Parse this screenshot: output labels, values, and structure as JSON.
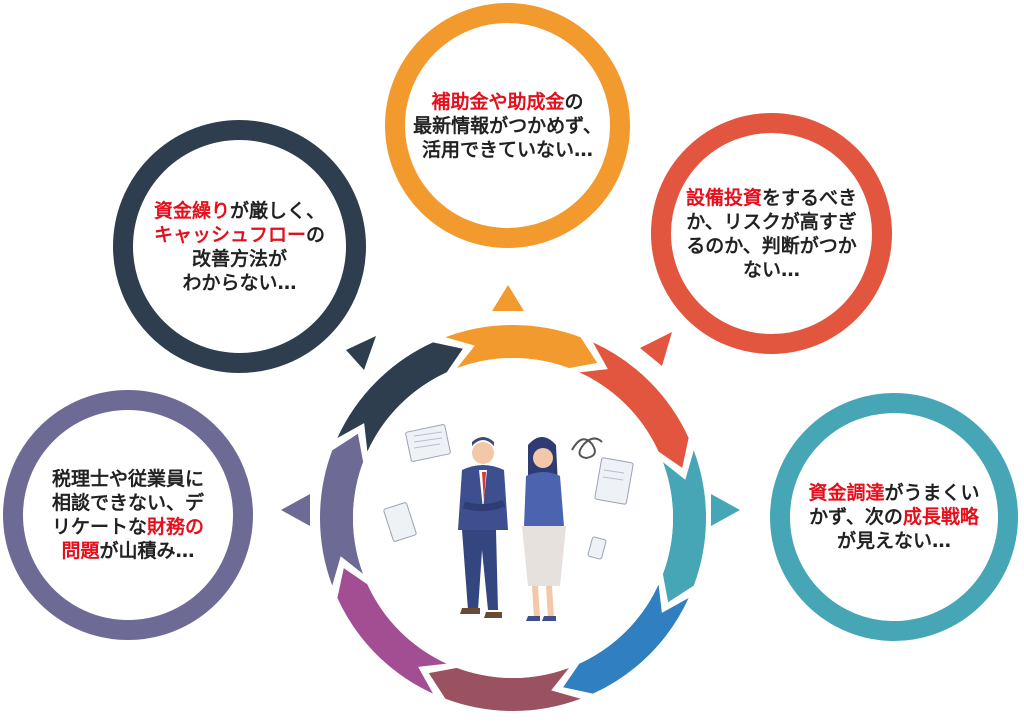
{
  "colors": {
    "orange": "#f39a2e",
    "red_orange": "#e2553e",
    "teal": "#46a6b5",
    "blue": "#2f7fc1",
    "maroon": "#9a5160",
    "magenta": "#a34e93",
    "purple": "#6d6a95",
    "navy": "#2f3e4f",
    "highlight": "#e4101d",
    "text": "#222222"
  },
  "bubbles": [
    {
      "id": "top",
      "color": "orange",
      "lines": [
        [
          {
            "t": "補助金や助成金",
            "hl": true
          },
          {
            "t": "の",
            "hl": false
          }
        ],
        [
          {
            "t": "最新情報がつかめず、",
            "hl": false
          }
        ],
        [
          {
            "t": "活用できていない…",
            "hl": false
          }
        ]
      ]
    },
    {
      "id": "top-right",
      "color": "red_orange",
      "lines": [
        [
          {
            "t": "設備投資",
            "hl": true
          },
          {
            "t": "をするべき",
            "hl": false
          }
        ],
        [
          {
            "t": "か、リスクが高すぎ",
            "hl": false
          }
        ],
        [
          {
            "t": "るのか、判断がつか",
            "hl": false
          }
        ],
        [
          {
            "t": "ない…",
            "hl": false
          }
        ]
      ]
    },
    {
      "id": "right",
      "color": "teal",
      "lines": [
        [
          {
            "t": "資金調達",
            "hl": true
          },
          {
            "t": "がうまくい",
            "hl": false
          }
        ],
        [
          {
            "t": "かず、次の",
            "hl": false
          },
          {
            "t": "成長戦略",
            "hl": true
          }
        ],
        [
          {
            "t": "が見えない…",
            "hl": false
          }
        ]
      ]
    },
    {
      "id": "left",
      "color": "purple",
      "lines": [
        [
          {
            "t": "税理士や従業員に",
            "hl": false
          }
        ],
        [
          {
            "t": "相談できない、デ",
            "hl": false
          }
        ],
        [
          {
            "t": "リケートな",
            "hl": false
          },
          {
            "t": "財務の",
            "hl": true
          }
        ],
        [
          {
            "t": "問題",
            "hl": true
          },
          {
            "t": "が山積み…",
            "hl": false
          }
        ]
      ]
    },
    {
      "id": "top-left",
      "color": "navy",
      "lines": [
        [
          {
            "t": "資金繰り",
            "hl": true
          },
          {
            "t": "が厳しく、",
            "hl": false
          }
        ],
        [
          {
            "t": "キャッシュフロー",
            "hl": true
          },
          {
            "t": "の",
            "hl": false
          }
        ],
        [
          {
            "t": "改善方法が",
            "hl": false
          }
        ],
        [
          {
            "t": "わからない…",
            "hl": false
          }
        ]
      ]
    }
  ],
  "ring_segments": [
    "orange",
    "red_orange",
    "teal",
    "blue",
    "maroon",
    "magenta",
    "purple",
    "navy"
  ]
}
